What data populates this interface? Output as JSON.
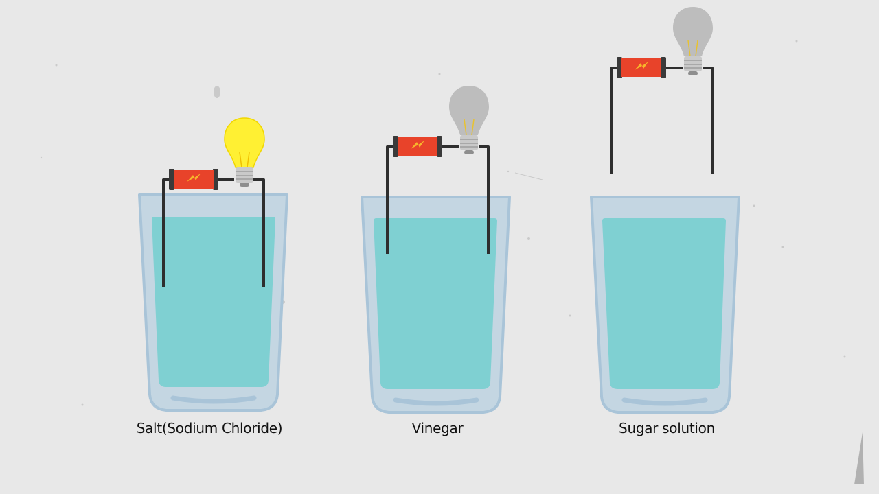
{
  "colors": {
    "background": "#e8e8e8",
    "glass": "#c4d6e2",
    "glass_edge": "#a9c4d8",
    "liquid": "#7fd0d2",
    "wire": "#2e2e2e",
    "battery_body": "#e8432a",
    "battery_cap": "#3a3a3a",
    "bolt": "#f7b52b",
    "bulb_lit": "#fff033",
    "bulb_unlit": "#bdbdbd",
    "screw_base": "#c9c9c9"
  },
  "icons": {
    "battery": "battery-icon",
    "lightning": "lightning-bolt-icon",
    "bulb": "light-bulb-icon"
  },
  "setups": [
    {
      "label": "Salt(Sodium Chloride)",
      "bulb_lit": true
    },
    {
      "label": "Vinegar",
      "bulb_lit": false
    },
    {
      "label": "Sugar solution",
      "bulb_lit": false
    }
  ]
}
